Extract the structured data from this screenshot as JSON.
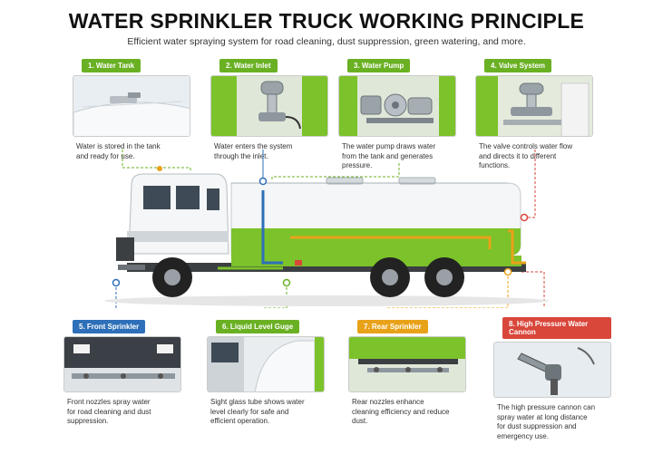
{
  "header": {
    "title": "WATER SPRINKLER TRUCK WORKING PRINCIPLE",
    "subtitle": "Efficient water spraying system for road cleaning, dust suppression, green watering, and more."
  },
  "steps_top": [
    {
      "label": "1. Water Tank",
      "desc_line1": "Water is stored in the tank",
      "desc_line2": "and ready for use.",
      "desc_line3": "",
      "color": "#6ab023"
    },
    {
      "label": "2. Water Inlet",
      "desc_line1": "Water enters the system",
      "desc_line2": "through the inlet.",
      "desc_line3": "",
      "color": "#6ab023"
    },
    {
      "label": "3. Water Pump",
      "desc_line1": "The water pump draws water",
      "desc_line2": "from the tank and generates",
      "desc_line3": "pressure.",
      "color": "#6ab023"
    },
    {
      "label": "4. Valve System",
      "desc_line1": "The valve controls water flow",
      "desc_line2": "and directs it to different",
      "desc_line3": "functions.",
      "color": "#6ab023"
    }
  ],
  "steps_bottom": [
    {
      "label": "5. Front Sprinkler",
      "desc_line1": "Front nozzles spray water",
      "desc_line2": "for road cleaning and dust",
      "desc_line3": "suppression.",
      "color": "#2d6fb8"
    },
    {
      "label": "6. Liquid Level Guge",
      "desc_line1": "Sight glass tube shows water",
      "desc_line2": "level clearly for safe and",
      "desc_line3": "efficient operation.",
      "color": "#6ab023"
    },
    {
      "label": "7. Rear Sprinkler",
      "desc_line1": "Rear nozzles enhance",
      "desc_line2": "cleaning efficiency and reduce",
      "desc_line3": "dust.",
      "color": "#e8a21a"
    },
    {
      "label": "8. High Pressure Water Cannon",
      "desc_line1": "The high pressure cannon can",
      "desc_line2": "spray water at long distance",
      "desc_line3": "for dust suppression and",
      "desc_line4": "emergency use.",
      "color": "#d9463a"
    }
  ],
  "icons": {
    "truck": "sprinkler-truck-illustration",
    "tank": "water-tank-icon",
    "inlet": "water-inlet-valve-icon",
    "pump": "water-pump-icon",
    "valve": "valve-system-icon",
    "front": "front-sprinkler-icon",
    "gauge": "level-gauge-icon",
    "rear": "rear-sprinkler-icon",
    "cannon": "water-cannon-icon"
  },
  "colors": {
    "truck_green": "#7cc22a",
    "cab_white": "#f4f6f7",
    "pipe_orange": "#e8a21a",
    "pipe_blue": "#2d6fb8"
  }
}
